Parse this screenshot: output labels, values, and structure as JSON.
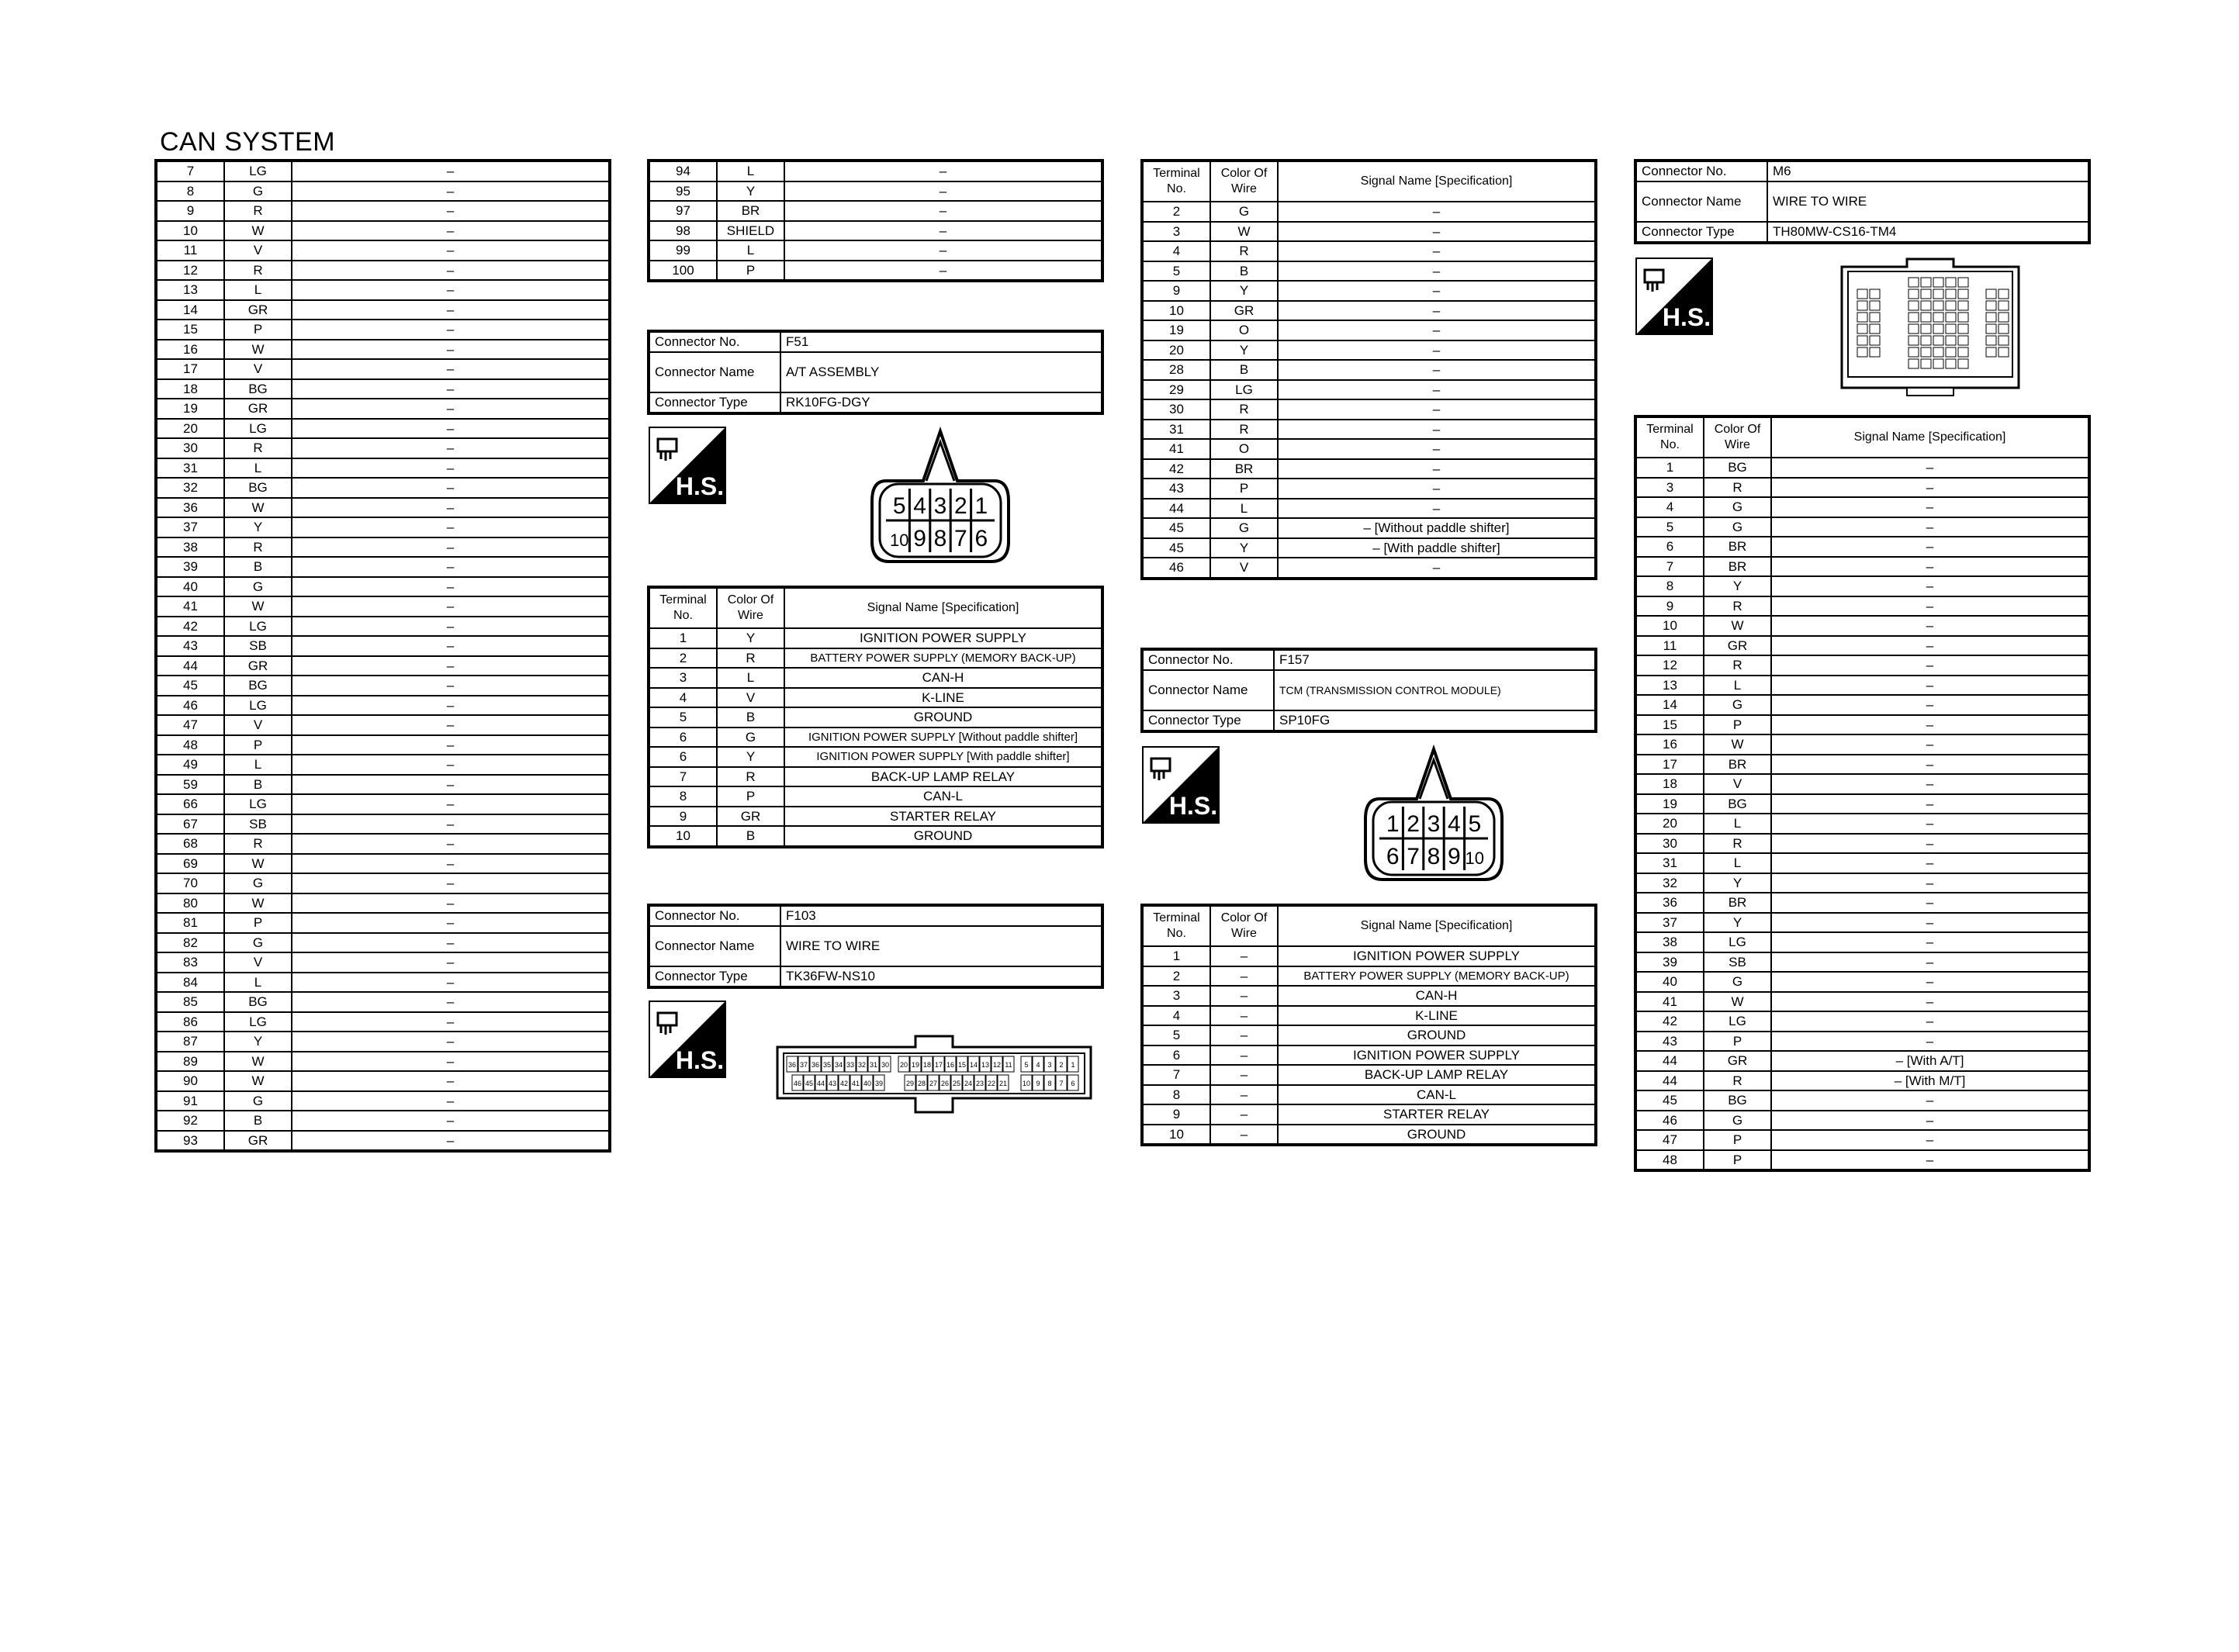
{
  "page": {
    "title": "CAN SYSTEM"
  },
  "hs_label": "H.S.",
  "table_a": {
    "rows": [
      [
        "7",
        "LG",
        "–"
      ],
      [
        "8",
        "G",
        "–"
      ],
      [
        "9",
        "R",
        "–"
      ],
      [
        "10",
        "W",
        "–"
      ],
      [
        "11",
        "V",
        "–"
      ],
      [
        "12",
        "R",
        "–"
      ],
      [
        "13",
        "L",
        "–"
      ],
      [
        "14",
        "GR",
        "–"
      ],
      [
        "15",
        "P",
        "–"
      ],
      [
        "16",
        "W",
        "–"
      ],
      [
        "17",
        "V",
        "–"
      ],
      [
        "18",
        "BG",
        "–"
      ],
      [
        "19",
        "GR",
        "–"
      ],
      [
        "20",
        "LG",
        "–"
      ],
      [
        "30",
        "R",
        "–"
      ],
      [
        "31",
        "L",
        "–"
      ],
      [
        "32",
        "BG",
        "–"
      ],
      [
        "36",
        "W",
        "–"
      ],
      [
        "37",
        "Y",
        "–"
      ],
      [
        "38",
        "R",
        "–"
      ],
      [
        "39",
        "B",
        "–"
      ],
      [
        "40",
        "G",
        "–"
      ],
      [
        "41",
        "W",
        "–"
      ],
      [
        "42",
        "LG",
        "–"
      ],
      [
        "43",
        "SB",
        "–"
      ],
      [
        "44",
        "GR",
        "–"
      ],
      [
        "45",
        "BG",
        "–"
      ],
      [
        "46",
        "LG",
        "–"
      ],
      [
        "47",
        "V",
        "–"
      ],
      [
        "48",
        "P",
        "–"
      ],
      [
        "49",
        "L",
        "–"
      ],
      [
        "59",
        "B",
        "–"
      ],
      [
        "66",
        "LG",
        "–"
      ],
      [
        "67",
        "SB",
        "–"
      ],
      [
        "68",
        "R",
        "–"
      ],
      [
        "69",
        "W",
        "–"
      ],
      [
        "70",
        "G",
        "–"
      ],
      [
        "80",
        "W",
        "–"
      ],
      [
        "81",
        "P",
        "–"
      ],
      [
        "82",
        "G",
        "–"
      ],
      [
        "83",
        "V",
        "–"
      ],
      [
        "84",
        "L",
        "–"
      ],
      [
        "85",
        "BG",
        "–"
      ],
      [
        "86",
        "LG",
        "–"
      ],
      [
        "87",
        "Y",
        "–"
      ],
      [
        "89",
        "W",
        "–"
      ],
      [
        "90",
        "W",
        "–"
      ],
      [
        "91",
        "G",
        "–"
      ],
      [
        "92",
        "B",
        "–"
      ],
      [
        "93",
        "GR",
        "–"
      ]
    ]
  },
  "table_b": {
    "rows": [
      [
        "94",
        "L",
        "–"
      ],
      [
        "95",
        "Y",
        "–"
      ],
      [
        "97",
        "BR",
        "–"
      ],
      [
        "98",
        "SHIELD",
        "–"
      ],
      [
        "99",
        "L",
        "–"
      ],
      [
        "100",
        "P",
        "–"
      ]
    ]
  },
  "f51": {
    "info": [
      [
        "Connector No.",
        "F51"
      ],
      [
        "Connector Name",
        "A/T ASSEMBLY"
      ],
      [
        "Connector Type",
        "RK10FG-DGY"
      ]
    ],
    "pins_top": [
      "5",
      "4",
      "3",
      "2",
      "1"
    ],
    "pins_bottom": [
      "10",
      "9",
      "8",
      "7",
      "6"
    ],
    "headers": [
      "Terminal No.",
      "Color Of Wire",
      "Signal Name [Specification]"
    ],
    "rows": [
      [
        "1",
        "Y",
        "IGNITION POWER SUPPLY"
      ],
      [
        "2",
        "R",
        "BATTERY POWER SUPPLY (MEMORY BACK-UP)"
      ],
      [
        "3",
        "L",
        "CAN-H"
      ],
      [
        "4",
        "V",
        "K-LINE"
      ],
      [
        "5",
        "B",
        "GROUND"
      ],
      [
        "6",
        "G",
        "IGNITION POWER SUPPLY [Without paddle shifter]"
      ],
      [
        "6",
        "Y",
        "IGNITION POWER SUPPLY [With paddle shifter]"
      ],
      [
        "7",
        "R",
        "BACK-UP LAMP RELAY"
      ],
      [
        "8",
        "P",
        "CAN-L"
      ],
      [
        "9",
        "GR",
        "STARTER RELAY"
      ],
      [
        "10",
        "B",
        "GROUND"
      ]
    ]
  },
  "f103": {
    "info": [
      [
        "Connector No.",
        "F103"
      ],
      [
        "Connector Name",
        "WIRE TO WIRE"
      ],
      [
        "Connector Type",
        "TK36FW-NS10"
      ]
    ],
    "pins_top": [
      "36",
      "37",
      "36",
      "35",
      "34",
      "33",
      "32",
      "31",
      "30",
      "20",
      "19",
      "18",
      "17",
      "16",
      "15",
      "14",
      "13",
      "12",
      "11",
      "5",
      "4",
      "3",
      "2",
      "1"
    ],
    "pins_bottom": [
      "46",
      "45",
      "44",
      "43",
      "42",
      "41",
      "40",
      "39",
      "29",
      "28",
      "27",
      "26",
      "25",
      "24",
      "23",
      "22",
      "21",
      "10",
      "9",
      "8",
      "7",
      "6"
    ]
  },
  "c3": {
    "headers": [
      "Terminal No.",
      "Color Of Wire",
      "Signal Name [Specification]"
    ],
    "rows": [
      [
        "2",
        "G",
        "–"
      ],
      [
        "3",
        "W",
        "–"
      ],
      [
        "4",
        "R",
        "–"
      ],
      [
        "5",
        "B",
        "–"
      ],
      [
        "9",
        "Y",
        "–"
      ],
      [
        "10",
        "GR",
        "–"
      ],
      [
        "19",
        "O",
        "–"
      ],
      [
        "20",
        "Y",
        "–"
      ],
      [
        "28",
        "B",
        "–"
      ],
      [
        "29",
        "LG",
        "–"
      ],
      [
        "30",
        "R",
        "–"
      ],
      [
        "31",
        "R",
        "–"
      ],
      [
        "41",
        "O",
        "–"
      ],
      [
        "42",
        "BR",
        "–"
      ],
      [
        "43",
        "P",
        "–"
      ],
      [
        "44",
        "L",
        "–"
      ],
      [
        "45",
        "G",
        "– [Without paddle shifter]"
      ],
      [
        "45",
        "Y",
        "– [With paddle shifter]"
      ],
      [
        "46",
        "V",
        "–"
      ]
    ]
  },
  "f157": {
    "info": [
      [
        "Connector No.",
        "F157"
      ],
      [
        "Connector Name",
        "TCM (TRANSMISSION CONTROL MODULE)"
      ],
      [
        "Connector Type",
        "SP10FG"
      ]
    ],
    "pins_top": [
      "1",
      "2",
      "3",
      "4",
      "5"
    ],
    "pins_bottom": [
      "6",
      "7",
      "8",
      "9",
      "10"
    ],
    "headers": [
      "Terminal No.",
      "Color Of Wire",
      "Signal Name [Specification]"
    ],
    "rows": [
      [
        "1",
        "–",
        "IGNITION POWER SUPPLY"
      ],
      [
        "2",
        "–",
        "BATTERY POWER SUPPLY (MEMORY BACK-UP)"
      ],
      [
        "3",
        "–",
        "CAN-H"
      ],
      [
        "4",
        "–",
        "K-LINE"
      ],
      [
        "5",
        "–",
        "GROUND"
      ],
      [
        "6",
        "–",
        "IGNITION POWER SUPPLY"
      ],
      [
        "7",
        "–",
        "BACK-UP LAMP RELAY"
      ],
      [
        "8",
        "–",
        "CAN-L"
      ],
      [
        "9",
        "–",
        "STARTER RELAY"
      ],
      [
        "10",
        "–",
        "GROUND"
      ]
    ]
  },
  "m6": {
    "info": [
      [
        "Connector No.",
        "M6"
      ],
      [
        "Connector Name",
        "WIRE TO WIRE"
      ],
      [
        "Connector Type",
        "TH80MW-CS16-TM4"
      ]
    ],
    "headers": [
      "Terminal No.",
      "Color Of Wire",
      "Signal Name [Specification]"
    ],
    "rows": [
      [
        "1",
        "BG",
        "–"
      ],
      [
        "3",
        "R",
        "–"
      ],
      [
        "4",
        "G",
        "–"
      ],
      [
        "5",
        "G",
        "–"
      ],
      [
        "6",
        "BR",
        "–"
      ],
      [
        "7",
        "BR",
        "–"
      ],
      [
        "8",
        "Y",
        "–"
      ],
      [
        "9",
        "R",
        "–"
      ],
      [
        "10",
        "W",
        "–"
      ],
      [
        "11",
        "GR",
        "–"
      ],
      [
        "12",
        "R",
        "–"
      ],
      [
        "13",
        "L",
        "–"
      ],
      [
        "14",
        "G",
        "–"
      ],
      [
        "15",
        "P",
        "–"
      ],
      [
        "16",
        "W",
        "–"
      ],
      [
        "17",
        "BR",
        "–"
      ],
      [
        "18",
        "V",
        "–"
      ],
      [
        "19",
        "BG",
        "–"
      ],
      [
        "20",
        "L",
        "–"
      ],
      [
        "30",
        "R",
        "–"
      ],
      [
        "31",
        "L",
        "–"
      ],
      [
        "32",
        "Y",
        "–"
      ],
      [
        "36",
        "BR",
        "–"
      ],
      [
        "37",
        "Y",
        "–"
      ],
      [
        "38",
        "LG",
        "–"
      ],
      [
        "39",
        "SB",
        "–"
      ],
      [
        "40",
        "G",
        "–"
      ],
      [
        "41",
        "W",
        "–"
      ],
      [
        "42",
        "LG",
        "–"
      ],
      [
        "43",
        "P",
        "–"
      ],
      [
        "44",
        "GR",
        "– [With A/T]"
      ],
      [
        "44",
        "R",
        "– [With M/T]"
      ],
      [
        "45",
        "BG",
        "–"
      ],
      [
        "46",
        "G",
        "–"
      ],
      [
        "47",
        "P",
        "–"
      ],
      [
        "48",
        "P",
        "–"
      ]
    ]
  }
}
